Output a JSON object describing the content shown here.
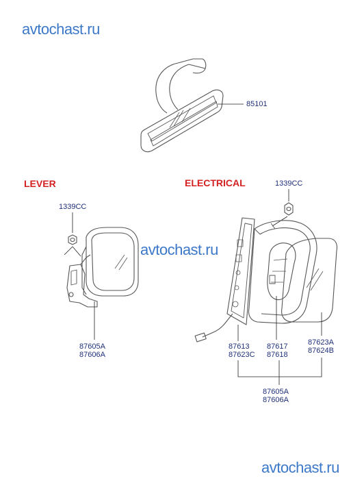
{
  "watermarks": [
    "avtochast.ru",
    "avtochast.ru",
    "avtochast.ru"
  ],
  "sections": {
    "lever": "LEVER",
    "electrical": "ELECTRICAL"
  },
  "parts": {
    "inner_mirror": "85101",
    "lever_nut": "1339CC",
    "lever_mirror_a": "87605A",
    "lever_mirror_b": "87606A",
    "elec_nut": "1339CC",
    "elec_cover_a": "87613",
    "elec_cover_b": "87623C",
    "elec_motor_a": "87617",
    "elec_motor_b": "87618",
    "elec_glass_a": "87623A",
    "elec_glass_b": "87624B",
    "elec_assy_a": "87605A",
    "elec_assy_b": "87606A"
  }
}
